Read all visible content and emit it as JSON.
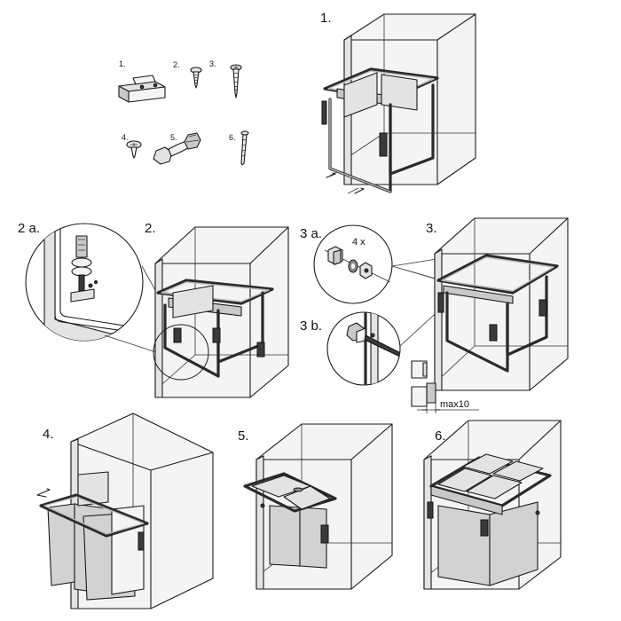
{
  "steps": {
    "s1": "1.",
    "s2a": "2 a.",
    "s2": "2.",
    "s3a": "3 a.",
    "s3": "3.",
    "s3b": "3 b.",
    "s4": "4.",
    "s5": "5.",
    "s6": "6."
  },
  "parts": {
    "p1": "1.",
    "p2": "2.",
    "p3": "3.",
    "p4": "4.",
    "p5": "5.",
    "p6": "6."
  },
  "annotations": {
    "quantity": "4 x",
    "max_gap": "max10"
  }
}
